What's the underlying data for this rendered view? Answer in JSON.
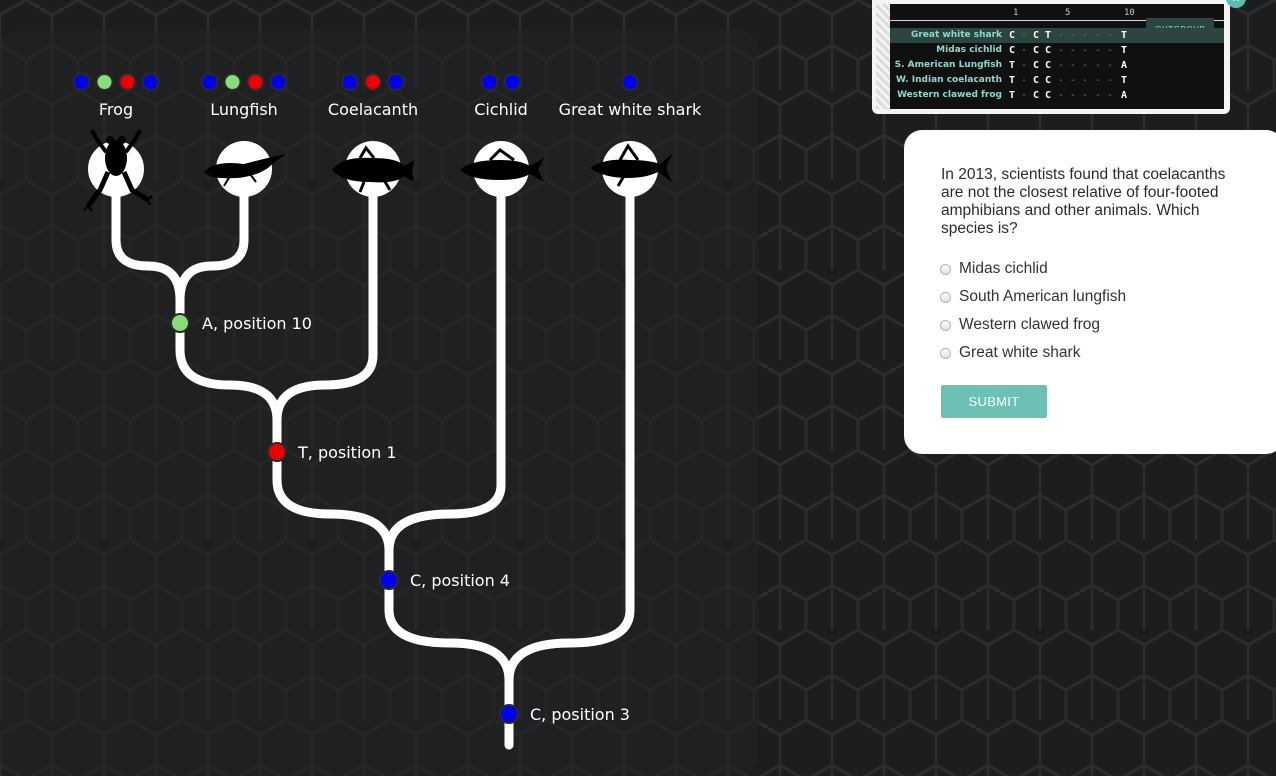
{
  "colors": {
    "blue": "#0000ee",
    "green": "#88dd77",
    "red": "#ee0000",
    "accent": "#6cc1b4",
    "branch": "#ffffff"
  },
  "species": [
    {
      "name": "Frog",
      "icon": "frog-icon",
      "dots": [
        "blue",
        "green",
        "red",
        "blue"
      ]
    },
    {
      "name": "Lungfish",
      "icon": "lungfish-icon",
      "dots": [
        "blue",
        "green",
        "red",
        "blue"
      ]
    },
    {
      "name": "Coelacanth",
      "icon": "coelacanth-icon",
      "dots": [
        "blue",
        "red",
        "blue"
      ]
    },
    {
      "name": "Cichlid",
      "icon": "cichlid-icon",
      "dots": [
        "blue",
        "blue"
      ]
    },
    {
      "name": "Great white shark",
      "icon": "shark-icon",
      "dots": [
        "blue"
      ]
    }
  ],
  "nodes": [
    {
      "label": "A, position 10",
      "color": "green"
    },
    {
      "label": "T, position 1",
      "color": "red"
    },
    {
      "label": "C, position 4",
      "color": "blue"
    },
    {
      "label": "C, position 3",
      "color": "blue"
    }
  ],
  "alignment": {
    "positions": [
      "1",
      "5",
      "10"
    ],
    "outgroup_label": "OUTGROUP",
    "close_label": "x",
    "rows": [
      {
        "name": "Great white shark",
        "seq": [
          "C",
          "-",
          "C",
          "T",
          "-",
          "-",
          "-",
          "-",
          "-",
          "T"
        ]
      },
      {
        "name": "Midas cichlid",
        "seq": [
          "C",
          "-",
          "C",
          "C",
          "-",
          "-",
          "-",
          "-",
          "-",
          "T"
        ]
      },
      {
        "name": "S. American Lungfish",
        "seq": [
          "T",
          "-",
          "C",
          "C",
          "-",
          "-",
          "-",
          "-",
          "-",
          "A"
        ]
      },
      {
        "name": "W. Indian coelacanth",
        "seq": [
          "T",
          "-",
          "C",
          "C",
          "-",
          "-",
          "-",
          "-",
          "-",
          "T"
        ]
      },
      {
        "name": "Western clawed frog",
        "seq": [
          "T",
          "-",
          "C",
          "C",
          "-",
          "-",
          "-",
          "-",
          "-",
          "A"
        ]
      }
    ]
  },
  "question": {
    "text": "In 2013, scientists found that coelacanths are not the closest relative of four-footed amphibians and other animals. Which species is?",
    "options": [
      "Midas cichlid",
      "South American lungfish",
      "Western clawed frog",
      "Great white shark"
    ],
    "submit_label": "SUBMIT"
  }
}
